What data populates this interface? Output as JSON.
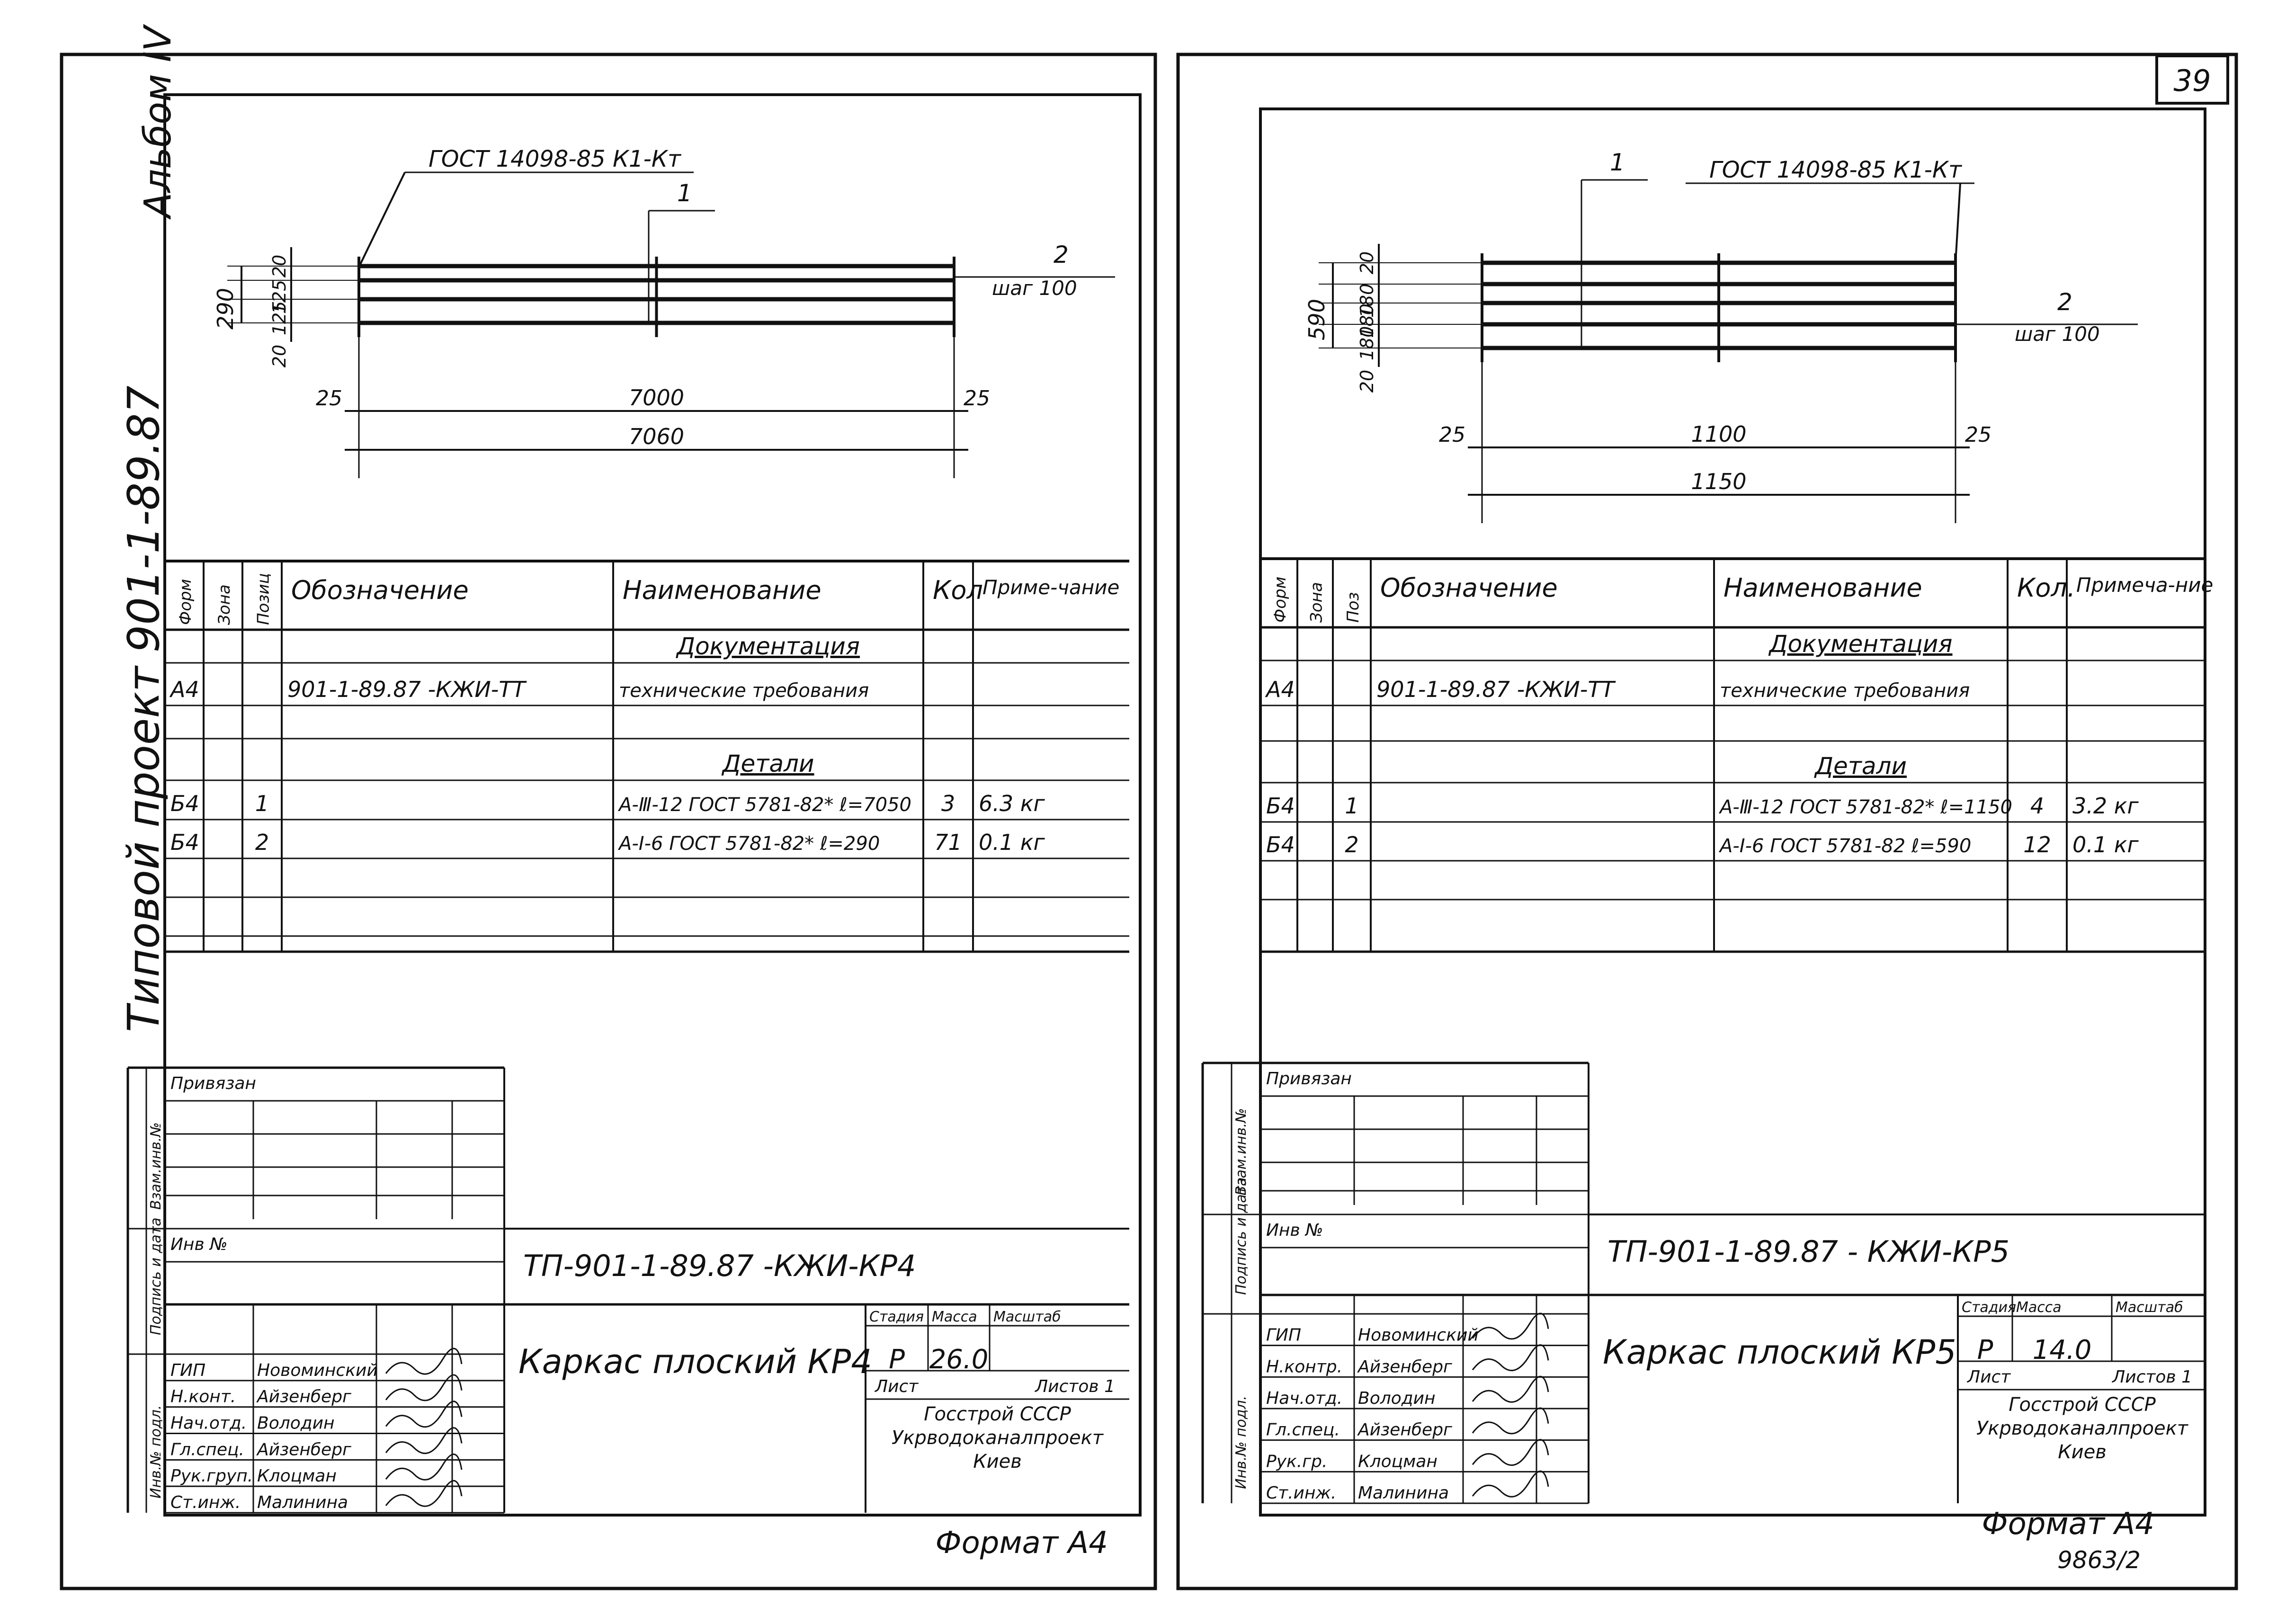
{
  "page_number": "39",
  "album_label": "Альбом IV",
  "project_label": "Типовой проект 901-1-89.87",
  "bottom_code": "9863/2",
  "sheets": [
    {
      "drawing": {
        "gost_label": "ГОСТ 14098-85 К1-Кт",
        "pos1": "1",
        "pos2": "2",
        "step": "шаг 100",
        "dim_height": "290",
        "dim_parts": [
          "20",
          "125",
          "125",
          "20"
        ],
        "dim_inner": "7000",
        "dim_total": "7060",
        "dim_end_left": "25",
        "dim_end_right": "25"
      },
      "spec": {
        "headers": [
          "Форм",
          "Зона",
          "Позиц",
          "Обозначение",
          "Наименование",
          "Кол",
          "Приме-чание"
        ],
        "rows": [
          [
            "",
            "",
            "",
            "",
            "Документация",
            "",
            ""
          ],
          [
            "А4",
            "",
            "",
            "901-1-89.87 -КЖИ-ТТ",
            "технические требования",
            "",
            ""
          ],
          [
            "",
            "",
            "",
            "",
            "",
            "",
            ""
          ],
          [
            "",
            "",
            "",
            "",
            "Детали",
            "",
            ""
          ],
          [
            "Б4",
            "",
            "1",
            "",
            "А-Ⅲ-12 ГОСТ 5781-82* ℓ=7050",
            "3",
            "6.3 кг"
          ],
          [
            "Б4",
            "",
            "2",
            "",
            "А-Ⅰ-6 ГОСТ 5781-82* ℓ=290",
            "71",
            "0.1 кг"
          ],
          [
            "",
            "",
            "",
            "",
            "",
            "",
            ""
          ],
          [
            "",
            "",
            "",
            "",
            "",
            "",
            ""
          ]
        ]
      },
      "stamp": {
        "bound": "Привязан",
        "inv": "Инв №",
        "code": "ТП-901-1-89.87 -КЖИ-КР4",
        "title": "Каркас плоский КР4",
        "stage_header": "Стадия",
        "mass_header": "Масса",
        "scale_header": "Масштаб",
        "stage": "Р",
        "mass": "26.0",
        "sheet": "Лист",
        "sheets_total": "Листов 1",
        "org": [
          "Госстрой СССР",
          "Укрводоканалпроект",
          "Киев"
        ],
        "roles": [
          "ГИП",
          "Н.конт.",
          "Нач.отд.",
          "Гл.спец.",
          "Рук.груп.",
          "Ст.инж."
        ],
        "names": [
          "Новоминский",
          "Айзенберг",
          "Володин",
          "Айзенберг",
          "Клоцман",
          "Малинина"
        ],
        "side_labels": [
          "Взам.инв.№",
          "Подпись и дата",
          "Инв.№ подл."
        ]
      },
      "format": "Формат А4"
    },
    {
      "drawing": {
        "gost_label": "ГОСТ 14098-85 К1-Кт",
        "pos1": "1",
        "pos2": "2",
        "step": "шаг 100",
        "dim_height": "590",
        "dim_parts": [
          "20",
          "180",
          "180",
          "180",
          "20"
        ],
        "dim_inner": "1100",
        "dim_total": "1150",
        "dim_end_left": "25",
        "dim_end_right": "25"
      },
      "spec": {
        "headers": [
          "Форм",
          "Зона",
          "Поз",
          "Обозначение",
          "Наименование",
          "Кол.",
          "Примеча-ние"
        ],
        "rows": [
          [
            "",
            "",
            "",
            "",
            "Документация",
            "",
            ""
          ],
          [
            "А4",
            "",
            "",
            "901-1-89.87 -КЖИ-ТТ",
            "технические требования",
            "",
            ""
          ],
          [
            "",
            "",
            "",
            "",
            "",
            "",
            ""
          ],
          [
            "",
            "",
            "",
            "",
            "Детали",
            "",
            ""
          ],
          [
            "Б4",
            "",
            "1",
            "",
            "А-Ⅲ-12 ГОСТ 5781-82* ℓ=1150",
            "4",
            "3.2 кг"
          ],
          [
            "Б4",
            "",
            "2",
            "",
            "А-Ⅰ-6 ГОСТ 5781-82 ℓ=590",
            "12",
            "0.1 кг"
          ],
          [
            "",
            "",
            "",
            "",
            "",
            "",
            ""
          ]
        ]
      },
      "stamp": {
        "bound": "Привязан",
        "inv": "Инв №",
        "code": "ТП-901-1-89.87 - КЖИ-КР5",
        "title": "Каркас плоский КР5",
        "stage_header": "Стадия",
        "mass_header": "Масса",
        "scale_header": "Масштаб",
        "stage": "Р",
        "mass": "14.0",
        "sheet": "Лист",
        "sheets_total": "Листов 1",
        "org": [
          "Госстрой СССР",
          "Укрводоканалпроект",
          "Киев"
        ],
        "roles": [
          "ГИП",
          "Н.контр.",
          "Нач.отд.",
          "Гл.спец.",
          "Рук.гр.",
          "Ст.инж."
        ],
        "names": [
          "Новоминский",
          "Айзенберг",
          "Володин",
          "Айзенберг",
          "Клоцман",
          "Малинина"
        ],
        "side_labels": [
          "Взам.инв.№",
          "Подпись и дата",
          "Инв.№ подл."
        ]
      },
      "format": "Формат А4"
    }
  ]
}
